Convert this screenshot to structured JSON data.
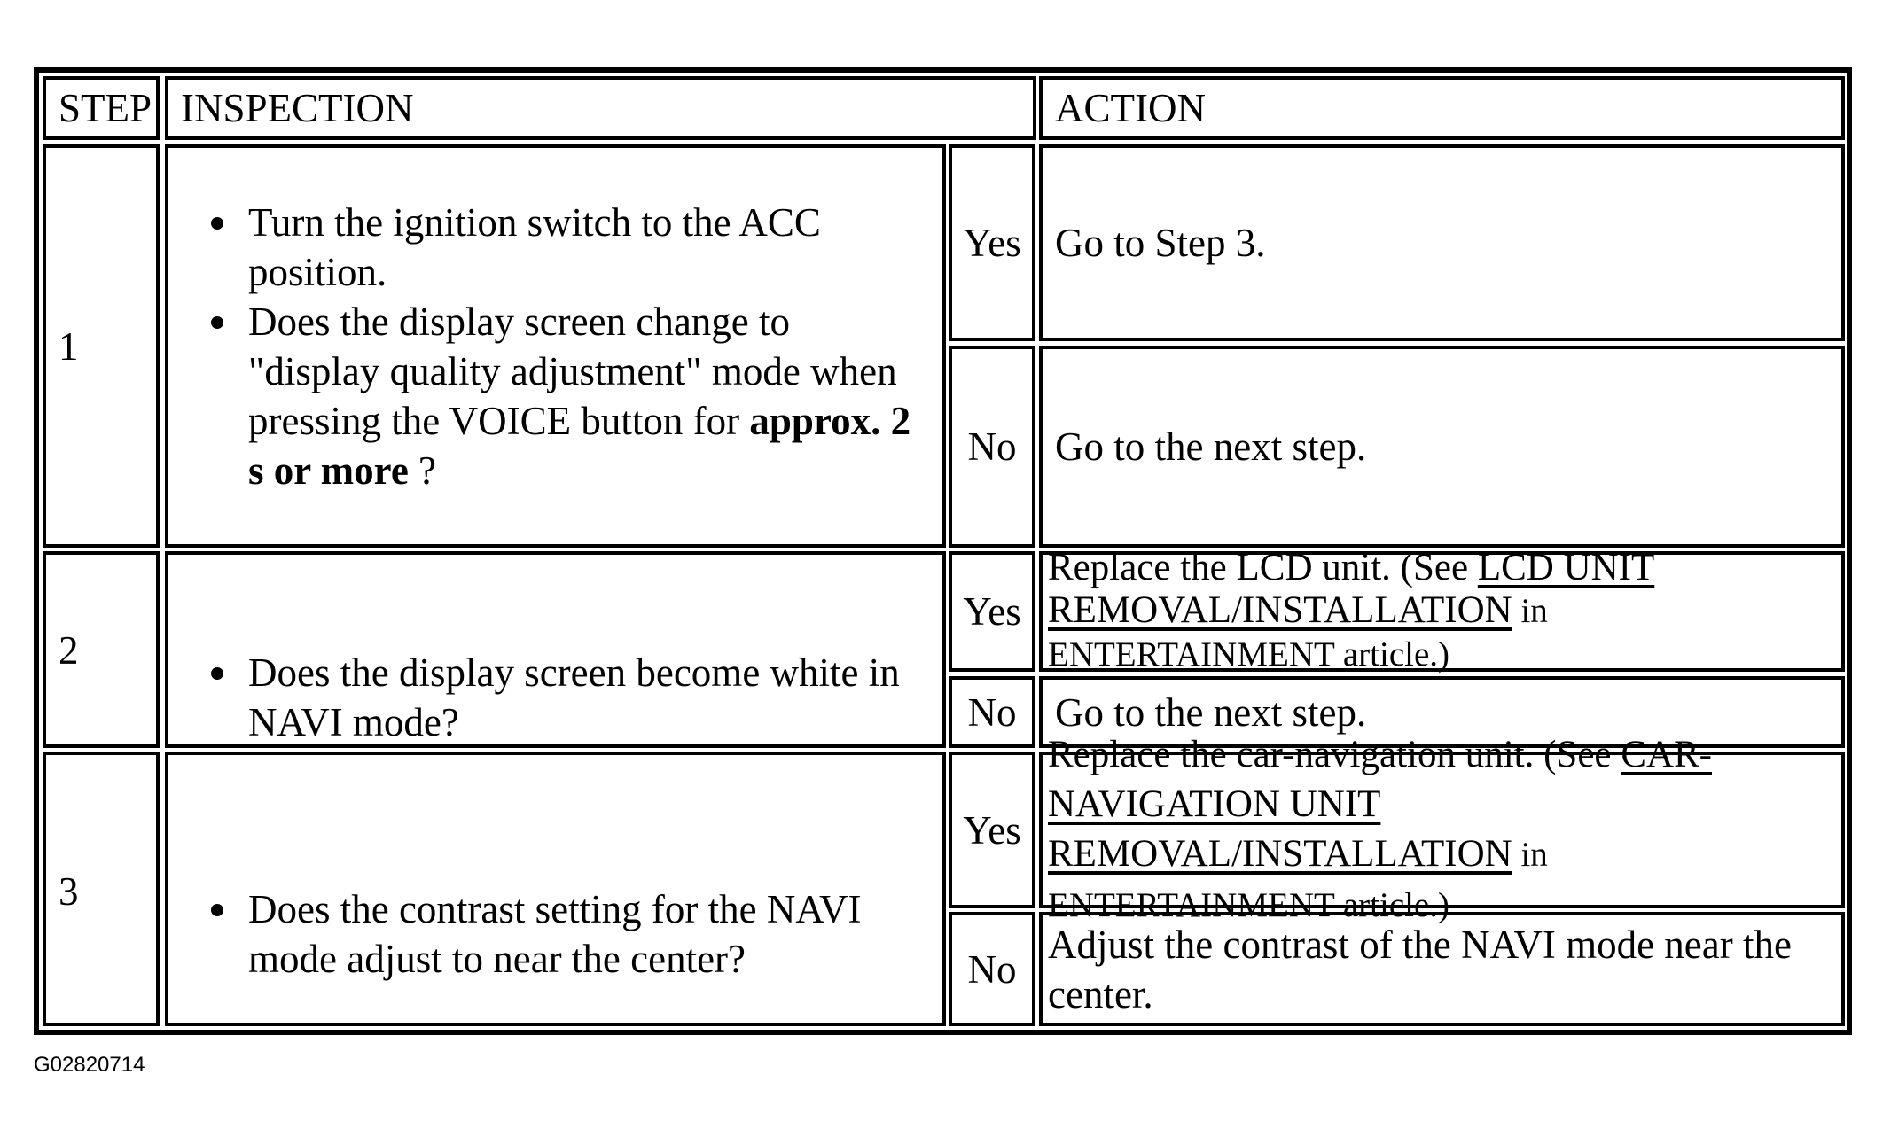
{
  "headers": {
    "step": "STEP",
    "inspection": "INSPECTION",
    "action": "ACTION"
  },
  "steps": [
    {
      "number": "1",
      "inspection": {
        "bullet1": "Turn the ignition switch to the ACC position.",
        "bullet2_a": "Does the display screen change to \"display quality adjustment\" mode when pressing the VOICE button for ",
        "bullet2_bold": "approx. 2 s or more",
        "bullet2_b": " ?"
      },
      "yes_label": "Yes",
      "yes_action": "Go to Step 3.",
      "no_label": "No",
      "no_action": "Go to the next step."
    },
    {
      "number": "2",
      "inspection": {
        "bullet1": "Does the display screen become white in NAVI mode?"
      },
      "yes_label": "Yes",
      "yes_action": {
        "a": "Replace the LCD unit. (See ",
        "link": "LCD UNIT REMOVAL/INSTALLATION",
        "b": " in ENTERTAINMENT article.)"
      },
      "no_label": "No",
      "no_action": "Go to the next step."
    },
    {
      "number": "3",
      "inspection": {
        "bullet1": "Does the contrast setting for the NAVI mode adjust to near the center?"
      },
      "yes_label": "Yes",
      "yes_action": {
        "a": "Replace the car-navigation unit. (See ",
        "link": "CAR-NAVIGATION UNIT REMOVAL/INSTALLATION",
        "b": " in ENTERTAINMENT article.)"
      },
      "no_label": "No",
      "no_action": "Adjust the contrast of the NAVI mode near the center."
    }
  ],
  "figure_id": "G02820714"
}
